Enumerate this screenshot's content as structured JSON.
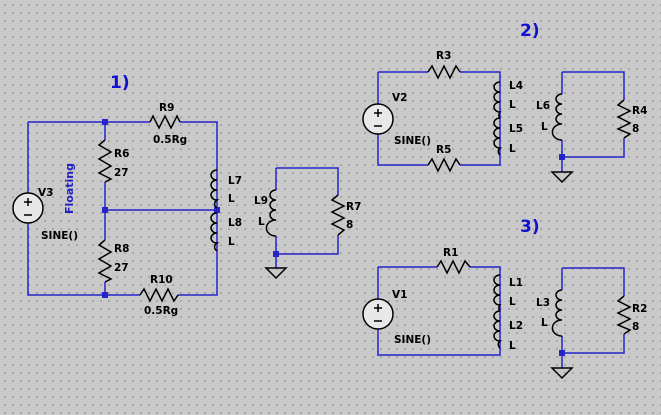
{
  "sections": [
    {
      "id": "section-1",
      "label": "1)"
    },
    {
      "id": "section-2",
      "label": "2)"
    },
    {
      "id": "section-3",
      "label": "3)"
    }
  ],
  "circuit1": {
    "source": {
      "name": "V3",
      "value": "SINE()"
    },
    "net_label": "Floating",
    "r9": {
      "name": "R9",
      "value": "0.5Rg"
    },
    "r10": {
      "name": "R10",
      "value": "0.5Rg"
    },
    "r6": {
      "name": "R6",
      "value": "27"
    },
    "r8": {
      "name": "R8",
      "value": "27"
    },
    "l7": {
      "name": "L7",
      "value": "L"
    },
    "l8": {
      "name": "L8",
      "value": "L"
    },
    "l9": {
      "name": "L9",
      "value": "L"
    },
    "r7": {
      "name": "R7",
      "value": "8"
    }
  },
  "circuit2": {
    "source": {
      "name": "V2",
      "value": "SINE()"
    },
    "r3": {
      "name": "R3"
    },
    "r5": {
      "name": "R5"
    },
    "l4": {
      "name": "L4",
      "value": "L"
    },
    "l5": {
      "name": "L5",
      "value": "L"
    },
    "l6": {
      "name": "L6",
      "value": "L"
    },
    "r4": {
      "name": "R4",
      "value": "8"
    }
  },
  "circuit3": {
    "source": {
      "name": "V1",
      "value": "SINE()"
    },
    "r1": {
      "name": "R1"
    },
    "l1": {
      "name": "L1",
      "value": "L"
    },
    "l2": {
      "name": "L2",
      "value": "L"
    },
    "l3": {
      "name": "L3",
      "value": "L"
    },
    "r2": {
      "name": "R2",
      "value": "8"
    }
  },
  "colors": {
    "wire": "#2424c8",
    "component": "#000000",
    "label": "#1010d0",
    "background": "#c9c9c9"
  }
}
